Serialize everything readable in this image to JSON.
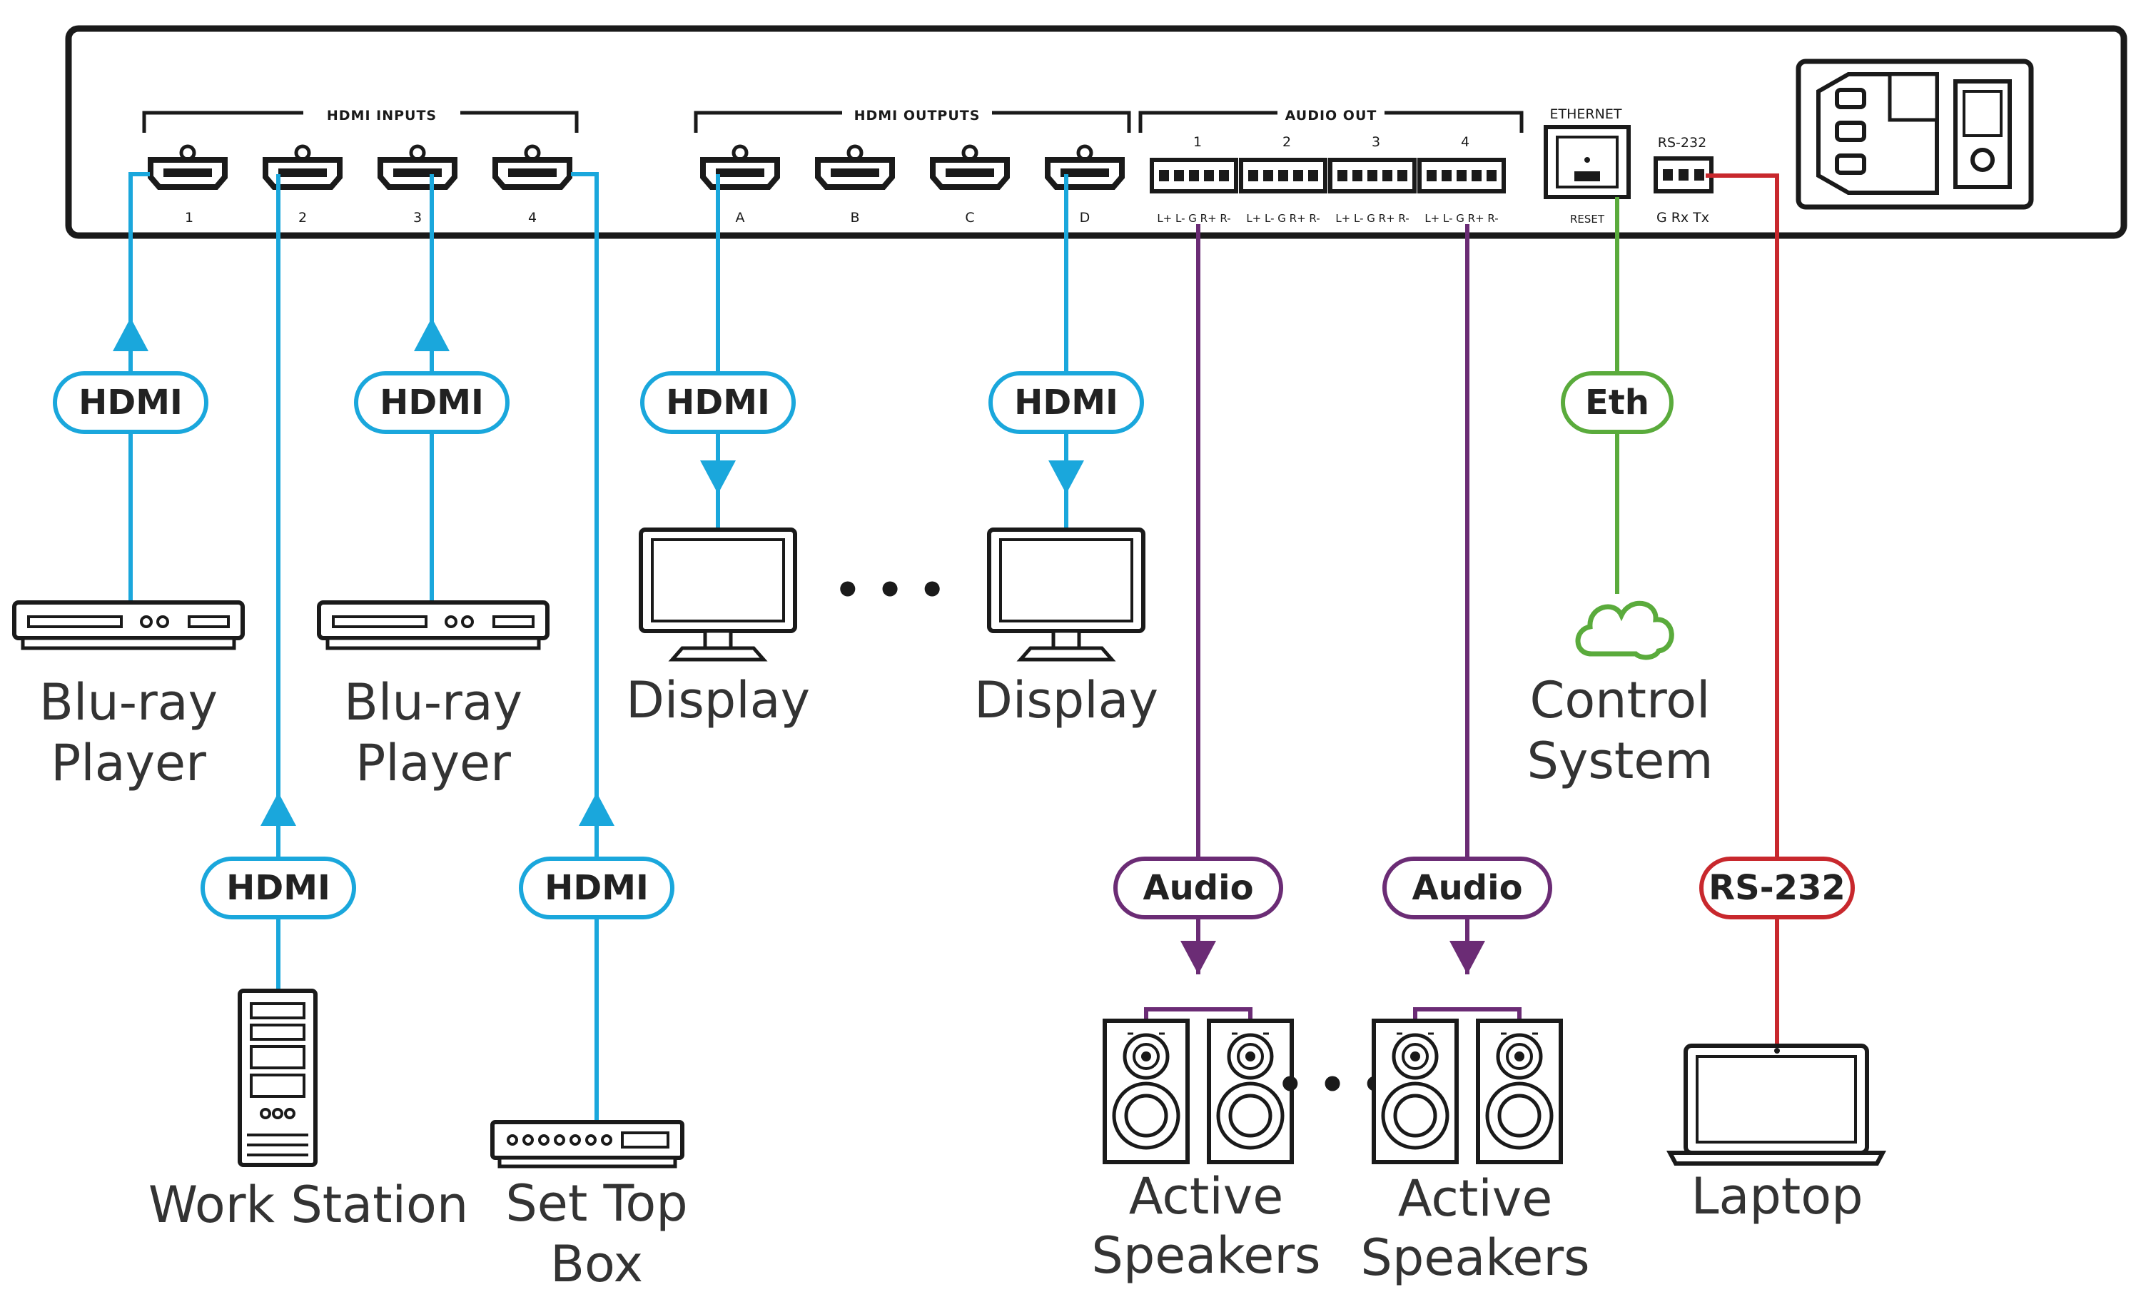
{
  "panel": {
    "hdmi_inputs_label": "HDMI  INPUTS",
    "hdmi_outputs_label": "HDMI  OUTPUTS",
    "audio_out_label": "AUDIO OUT",
    "ethernet_label": "ETHERNET",
    "reset_label": "RESET",
    "rs232_label": "RS-232",
    "rs232_pins": "G Rx Tx",
    "inputs": [
      "1",
      "2",
      "3",
      "4"
    ],
    "outputs": [
      "A",
      "B",
      "C",
      "D"
    ],
    "audio_ports": [
      "1",
      "2",
      "3",
      "4"
    ],
    "audio_pins": "L+ L-  G  R+ R-"
  },
  "cables": {
    "hdmi": "HDMI",
    "audio": "Audio",
    "eth": "Eth",
    "rs232": "RS-232"
  },
  "devices": {
    "bluray1": [
      "Blu-ray",
      "Player"
    ],
    "bluray2": [
      "Blu-ray",
      "Player"
    ],
    "workstation": "Work Station",
    "settopbox": [
      "Set Top",
      "Box"
    ],
    "display1": "Display",
    "display2": "Display",
    "control": [
      "Control",
      "System"
    ],
    "speakers1": [
      "Active",
      "Speakers"
    ],
    "speakers2": [
      "Active",
      "Speakers"
    ],
    "laptop": "Laptop",
    "ellipsis": "• • •"
  },
  "colors": {
    "hdmi": "#1aa7dc",
    "audio": "#6b2c75",
    "eth": "#5aab3c",
    "rs232": "#c8282d",
    "outline": "#1a1a1a"
  }
}
